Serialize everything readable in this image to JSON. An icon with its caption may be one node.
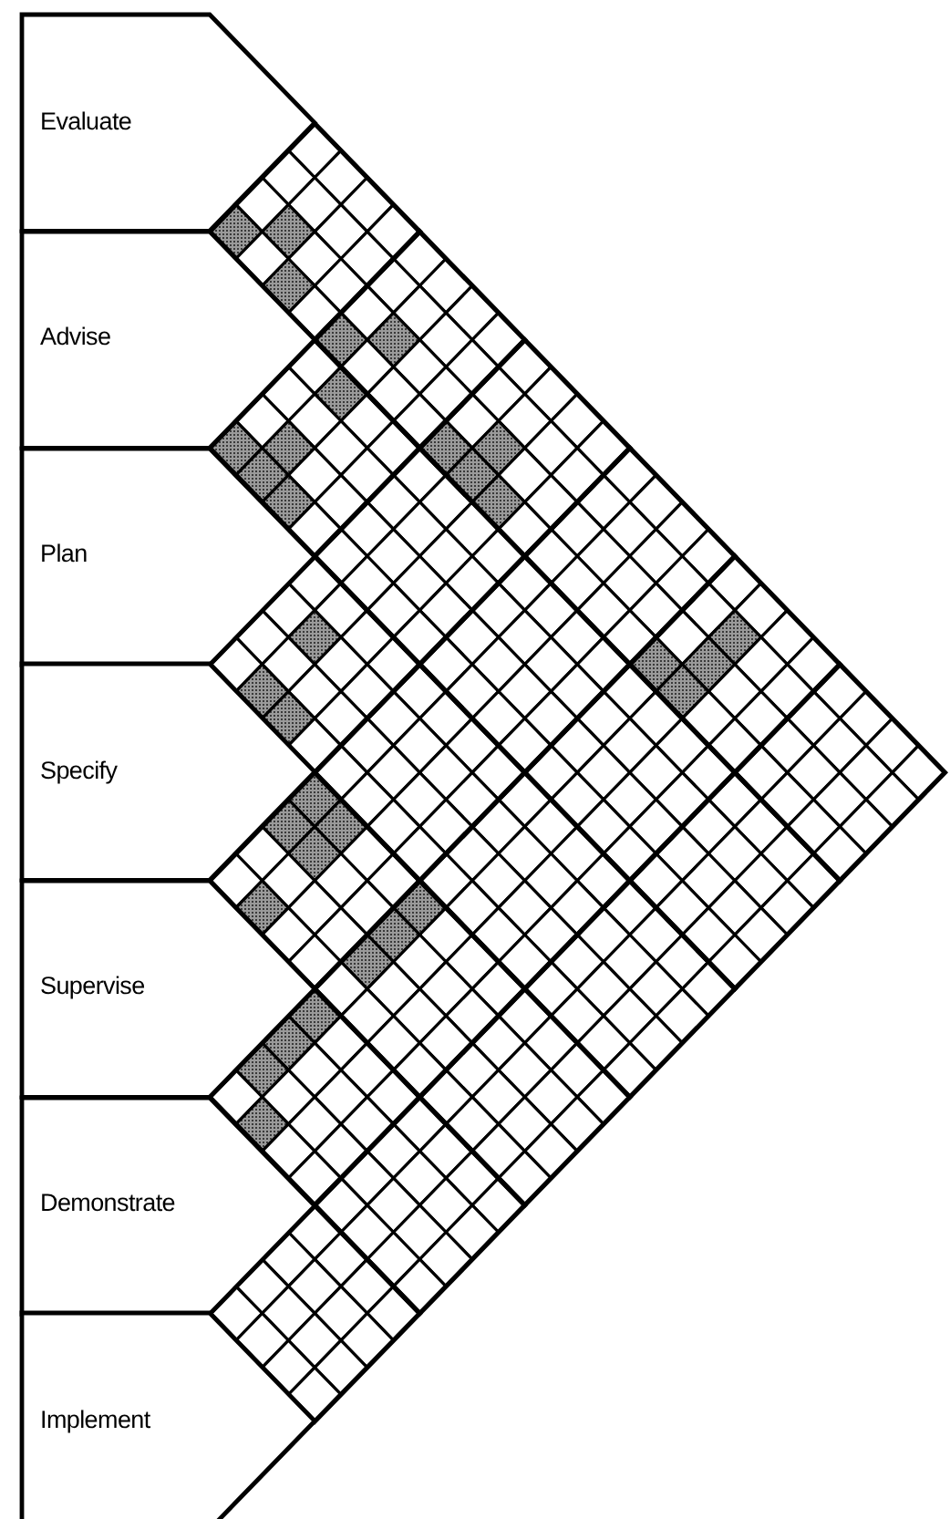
{
  "diagram": {
    "nodes": [
      {
        "text": [
          "Evaluate"
        ]
      },
      {
        "text": [
          "Advise"
        ]
      },
      {
        "text": [
          "Plan"
        ]
      },
      {
        "text": [
          "Specify"
        ]
      },
      {
        "text": [
          "Supervise"
        ]
      },
      {
        "text": [
          "Demonstrate"
        ]
      },
      {
        "text": [
          "Implement"
        ]
      }
    ]
  }
}
